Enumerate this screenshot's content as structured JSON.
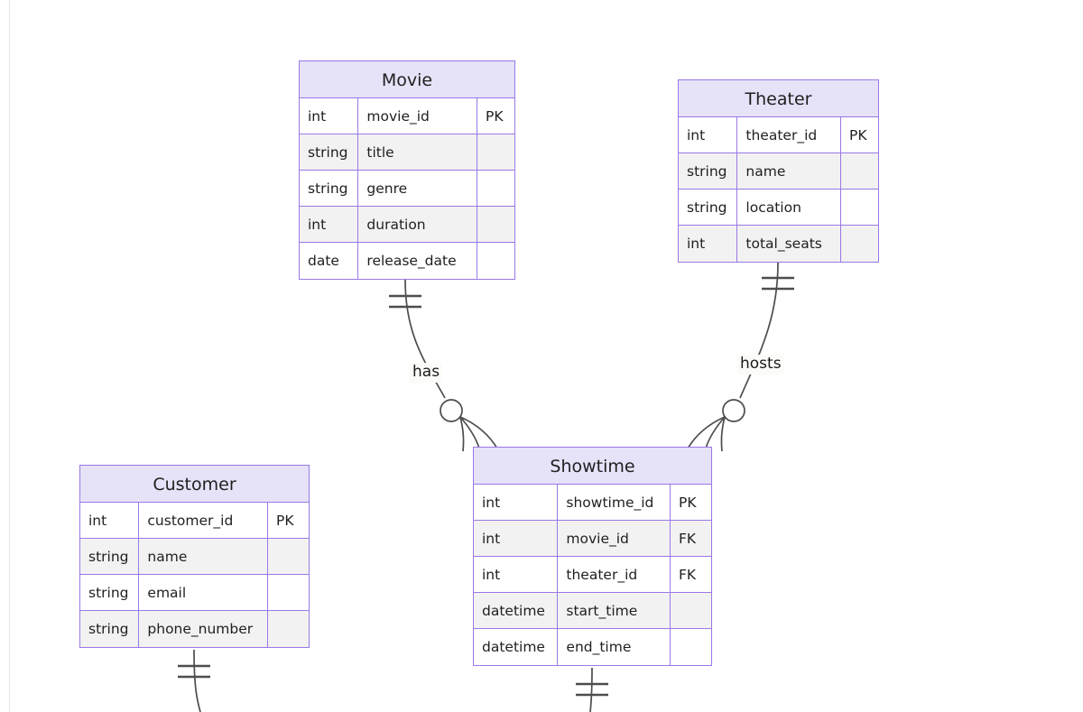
{
  "diagram": {
    "type": "entity-relationship-diagram",
    "background_color": "#ffffff",
    "header_fill": "#e6e2f8",
    "border_color": "#9a78e6",
    "row_alt_fill": "#f2f2f2",
    "connector_color": "#4d4d4d"
  },
  "entities": [
    {
      "name": "Movie",
      "columns": [
        {
          "type": "int",
          "name": "movie_id",
          "key": "PK"
        },
        {
          "type": "string",
          "name": "title",
          "key": ""
        },
        {
          "type": "string",
          "name": "genre",
          "key": ""
        },
        {
          "type": "int",
          "name": "duration",
          "key": ""
        },
        {
          "type": "date",
          "name": "release_date",
          "key": ""
        }
      ]
    },
    {
      "name": "Theater",
      "columns": [
        {
          "type": "int",
          "name": "theater_id",
          "key": "PK"
        },
        {
          "type": "string",
          "name": "name",
          "key": ""
        },
        {
          "type": "string",
          "name": "location",
          "key": ""
        },
        {
          "type": "int",
          "name": "total_seats",
          "key": ""
        }
      ]
    },
    {
      "name": "Showtime",
      "columns": [
        {
          "type": "int",
          "name": "showtime_id",
          "key": "PK"
        },
        {
          "type": "int",
          "name": "movie_id",
          "key": "FK"
        },
        {
          "type": "int",
          "name": "theater_id",
          "key": "FK"
        },
        {
          "type": "datetime",
          "name": "start_time",
          "key": ""
        },
        {
          "type": "datetime",
          "name": "end_time",
          "key": ""
        }
      ]
    },
    {
      "name": "Customer",
      "columns": [
        {
          "type": "int",
          "name": "customer_id",
          "key": "PK"
        },
        {
          "type": "string",
          "name": "name",
          "key": ""
        },
        {
          "type": "string",
          "name": "email",
          "key": ""
        },
        {
          "type": "string",
          "name": "phone_number",
          "key": ""
        }
      ]
    }
  ],
  "relationships": [
    {
      "label": "has",
      "from": "Movie",
      "to": "Showtime",
      "from_cardinality": "exactly-one",
      "to_cardinality": "zero-or-many"
    },
    {
      "label": "hosts",
      "from": "Theater",
      "to": "Showtime",
      "from_cardinality": "exactly-one",
      "to_cardinality": "zero-or-many"
    }
  ]
}
